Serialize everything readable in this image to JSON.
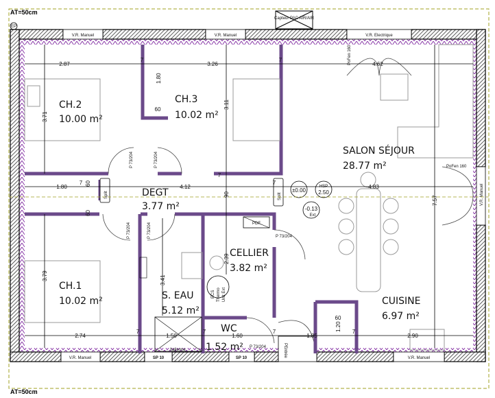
{
  "plan": {
    "scale_note_top": "AT=50cm",
    "scale_note_bottom": "AT=50cm",
    "ep_marker": "EP",
    "equipment_top": "Capteur PAC AIR/AIR",
    "rooms": [
      {
        "name": "CH.2",
        "area": "10.00 m²"
      },
      {
        "name": "CH.3",
        "area": "10.02 m²"
      },
      {
        "name": "SALON SÉJOUR",
        "area": "28.77 m²"
      },
      {
        "name": "DEGT",
        "area": "3.77 m²"
      },
      {
        "name": "CELLIER",
        "area": "3.82 m²"
      },
      {
        "name": "CH.1",
        "area": "10.02 m²"
      },
      {
        "name": "S. EAU",
        "area": "5.12 m²"
      },
      {
        "name": "WC",
        "area": "1.52 m²"
      },
      {
        "name": "CUISINE",
        "area": "6.97 m²"
      }
    ],
    "dimensions": {
      "top_row": [
        "2.87",
        "3.26",
        "4.62"
      ],
      "middle_row": [
        "1.80",
        "4.12",
        "4.83"
      ],
      "bottom_row": [
        "2.74",
        "1.50",
        "1.60",
        "1.85",
        "2.90"
      ],
      "wall_7": "7",
      "ch2_height": "3.71",
      "ch3_height": "3.11",
      "ch3_closet_depth": "1.80",
      "ch3_closet_width": "60",
      "degt_width": "90",
      "split_offsets": [
        "60",
        "60"
      ],
      "ch1_height": "3.79",
      "seau_height": "3.41",
      "cellier_height": "2.39",
      "salon_height": "7.57",
      "kitchen_60": "60",
      "kitchen_120": "1.20"
    },
    "windows": {
      "vr_manuel": "V.R. Manuel",
      "vr_electrique": "V.R. Electrique",
      "pofen": "PoFen 160",
      "sp10": "SP 10",
      "pe_entree": "PEntrée"
    },
    "doors": "P 73/204",
    "split": "Split",
    "levels": {
      "floor": "±0.00",
      "hsp_label": "HSP",
      "hsp": "2.50",
      "ext": "-0.13",
      "ext_label": "Ext"
    },
    "equipment": {
      "ecs": "ECS",
      "thermo": "Thermo",
      "unit": "Unit Ext",
      "italienne": "Italienne",
      "pdf": "PDF"
    },
    "colors": {
      "walls": "#000000",
      "partitions": "#6b4a8a",
      "furniture": "#999999",
      "border": "#a0a020"
    }
  }
}
